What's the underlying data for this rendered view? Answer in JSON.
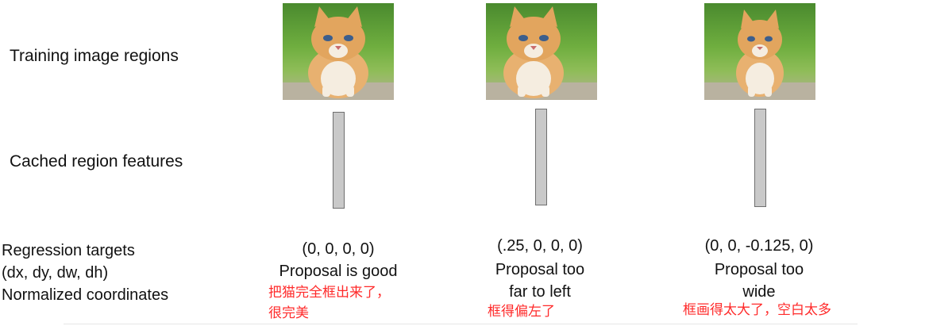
{
  "rows": {
    "training_label": "Training image regions",
    "features_label": "Cached region features",
    "targets_label_lines": [
      "Regression targets",
      "(dx, dy, dw, dh)",
      "Normalized coordinates"
    ]
  },
  "columns": [
    {
      "target": "(0, 0, 0, 0)",
      "caption_lines": [
        "Proposal is good"
      ],
      "note_lines": [
        "把猫完全框出来了，",
        "很完美"
      ]
    },
    {
      "target": "(.25, 0, 0, 0)",
      "caption_lines": [
        "Proposal too",
        "far to left"
      ],
      "note_lines": [
        "框得偏左了"
      ]
    },
    {
      "target": "(0, 0, -0.125, 0)",
      "caption_lines": [
        "Proposal too",
        "wide"
      ],
      "note_lines": [
        "框画得太大了，空白太多"
      ]
    }
  ],
  "colors": {
    "note": "#ff2a2a",
    "feature_bar": "#c9c9c9"
  },
  "icons": {
    "region_image": "kitten-photo-icon"
  }
}
